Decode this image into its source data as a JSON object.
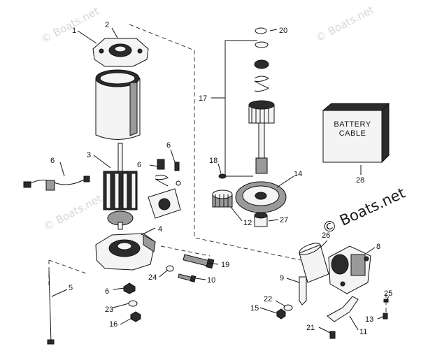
{
  "watermarks": {
    "top_left": "© Boats.net",
    "top_right": "© Boats.net",
    "mid_left": "© Boats.net",
    "main": "© Boats.net"
  },
  "battery_cable_box": {
    "line1": "BATTERY",
    "line2": "CABLE"
  },
  "callouts": {
    "p1": "1",
    "p2": "2",
    "p3": "3",
    "p4": "4",
    "p5": "5",
    "p6a": "6",
    "p6b": "6",
    "p6c": "6",
    "p6d": "6",
    "p8": "8",
    "p9": "9",
    "p10": "10",
    "p11": "11",
    "p12": "12",
    "p13": "13",
    "p14": "14",
    "p15": "15",
    "p16": "16",
    "p17": "17",
    "p18": "18",
    "p19": "19",
    "p20": "20",
    "p21": "21",
    "p22": "22",
    "p23": "23",
    "p24": "24",
    "p25": "25",
    "p26": "26",
    "p27": "27",
    "p28": "28"
  },
  "colors": {
    "line": "#111111",
    "watermark": "#d6d6d6"
  }
}
